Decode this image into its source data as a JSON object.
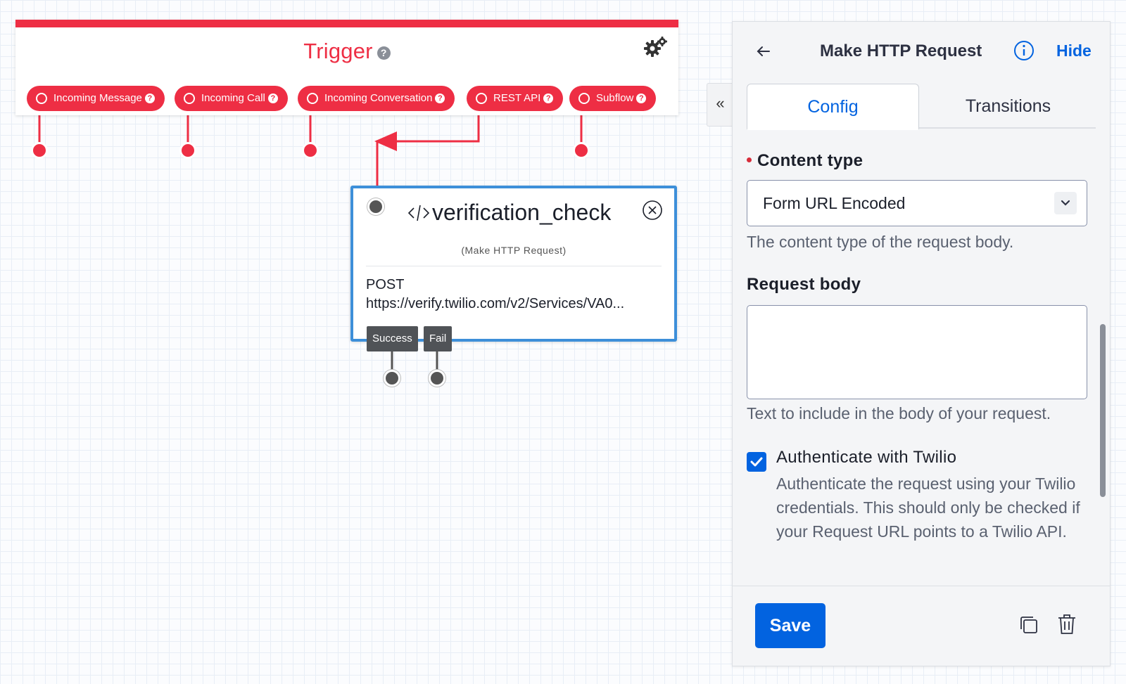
{
  "trigger": {
    "title": "Trigger",
    "help_glyph": "?",
    "pills": [
      {
        "label": "Incoming Message"
      },
      {
        "label": "Incoming Call"
      },
      {
        "label": "Incoming Conversation"
      },
      {
        "label": "REST API"
      },
      {
        "label": "Subflow"
      }
    ]
  },
  "widget": {
    "name": "verification_check",
    "type": "(Make HTTP Request)",
    "method": "POST",
    "url": "https://verify.twilio.com/v2/Services/VA0...",
    "transitions": [
      "Success",
      "Fail"
    ]
  },
  "panel": {
    "collapse_glyph": "«",
    "title": "Make HTTP Request",
    "hide_label": "Hide",
    "tabs": [
      {
        "label": "Config",
        "active": true
      },
      {
        "label": "Transitions",
        "active": false
      }
    ],
    "content_type": {
      "label": "Content type",
      "value": "Form URL Encoded",
      "help": "The content type of the request body."
    },
    "request_body": {
      "label": "Request body",
      "value": "",
      "help": "Text to include in the body of your request."
    },
    "authenticate": {
      "label": "Authenticate with Twilio",
      "checked": true,
      "description": "Authenticate the request using your Twilio credentials. This should only be checked if your Request URL points to a Twilio API."
    },
    "save_label": "Save"
  },
  "colors": {
    "trigger_red": "#ee2e44",
    "widget_border": "#3d8fd9",
    "primary_blue": "#0263e0",
    "transition_grey": "#505357"
  }
}
